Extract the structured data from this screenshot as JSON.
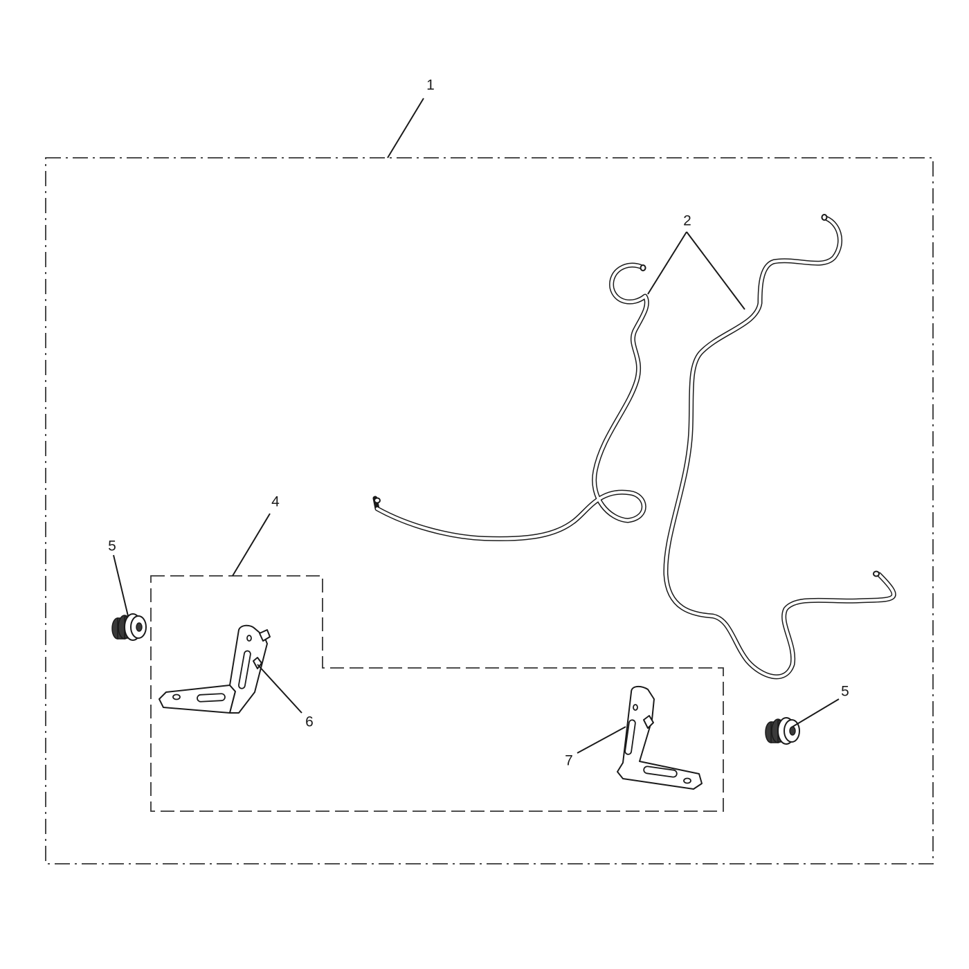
{
  "diagram": {
    "callouts": {
      "c1": "1",
      "c2": "2",
      "c4": "4",
      "c5_left": "5",
      "c5_right": "5",
      "c6": "6",
      "c7": "7"
    }
  }
}
